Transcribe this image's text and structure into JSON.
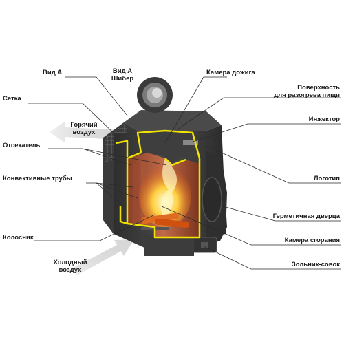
{
  "labels": {
    "vid_a": "Вид А",
    "vid_a_shiber_1": "Вид А",
    "vid_a_shiber_2": "Шибер",
    "kamera_dozhiga": "Камера дожига",
    "poverkhnost_1": "Поверхность",
    "poverkhnost_2": "для разогрева пищи",
    "setka": "Сетка",
    "goryachiy_1": "Горячий",
    "goryachiy_2": "воздух",
    "inzhektor": "Инжектор",
    "otsekatel": "Отсекатель",
    "konvektivnye": "Конвективные трубы",
    "logotip": "Логотип",
    "germetichnaya": "Герметичная дверца",
    "kolosnik": "Колосник",
    "kamera_sgoraniya": "Камера сгорания",
    "kholodny_1": "Холодный",
    "kholodny_2": "воздух",
    "zolnik": "Зольник-совок"
  },
  "colors": {
    "body_dark": "#3a3a3a",
    "body_mid": "#555555",
    "outline_yellow": "#f2e400",
    "inner_copper": "#b05a3a",
    "fire": "#f08020",
    "arrow_grey": "#c8c8c8",
    "text": "#1a1a1a"
  }
}
